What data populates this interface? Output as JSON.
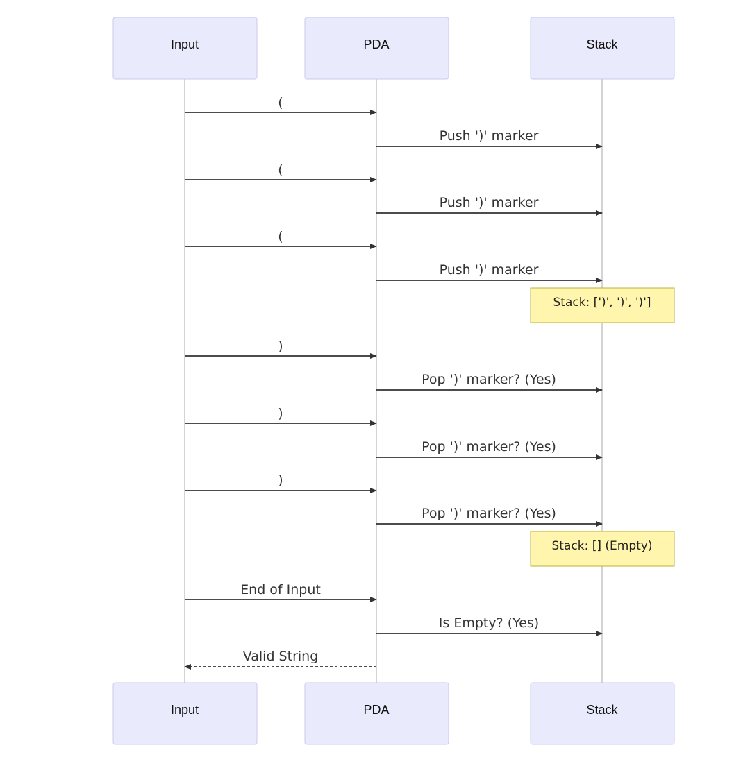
{
  "participants": [
    {
      "id": "input",
      "label": "Input"
    },
    {
      "id": "pda",
      "label": "PDA"
    },
    {
      "id": "stack",
      "label": "Stack"
    }
  ],
  "messages": [
    {
      "from": "input",
      "to": "pda",
      "label": "(",
      "style": "solid"
    },
    {
      "from": "pda",
      "to": "stack",
      "label": "Push ')' marker",
      "style": "solid"
    },
    {
      "from": "input",
      "to": "pda",
      "label": "(",
      "style": "solid"
    },
    {
      "from": "pda",
      "to": "stack",
      "label": "Push ')' marker",
      "style": "solid"
    },
    {
      "from": "input",
      "to": "pda",
      "label": "(",
      "style": "solid"
    },
    {
      "from": "pda",
      "to": "stack",
      "label": "Push ')' marker",
      "style": "solid"
    },
    {
      "from": "input",
      "to": "pda",
      "label": ")",
      "style": "solid"
    },
    {
      "from": "pda",
      "to": "stack",
      "label": "Pop ')' marker? (Yes)",
      "style": "solid"
    },
    {
      "from": "input",
      "to": "pda",
      "label": ")",
      "style": "solid"
    },
    {
      "from": "pda",
      "to": "stack",
      "label": "Pop ')' marker? (Yes)",
      "style": "solid"
    },
    {
      "from": "input",
      "to": "pda",
      "label": ")",
      "style": "solid"
    },
    {
      "from": "pda",
      "to": "stack",
      "label": "Pop ')' marker? (Yes)",
      "style": "solid"
    },
    {
      "from": "input",
      "to": "pda",
      "label": "End of Input",
      "style": "solid"
    },
    {
      "from": "pda",
      "to": "stack",
      "label": "Is Empty? (Yes)",
      "style": "solid"
    },
    {
      "from": "pda",
      "to": "input",
      "label": "Valid String",
      "style": "dashed"
    }
  ],
  "notes": [
    {
      "over": "stack",
      "label": "Stack: [')', ')', ')']"
    },
    {
      "over": "stack",
      "label": "Stack: [] (Empty)"
    }
  ],
  "colors": {
    "actor_fill": "#eaeafd",
    "actor_border": "#c9c9ef",
    "note_fill": "#fff5ad",
    "note_border": "#b9b33a",
    "line": "#333333"
  }
}
